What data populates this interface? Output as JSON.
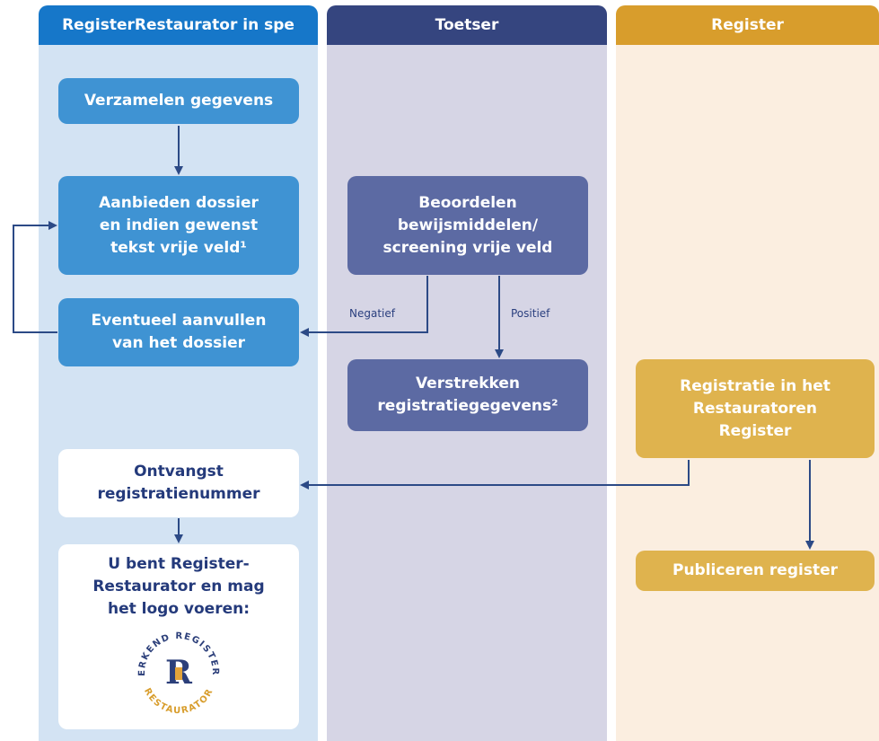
{
  "lanes": {
    "applicant": "RegisterRestaurator in spe",
    "assessor": "Toetser",
    "register": "Register"
  },
  "steps": {
    "collect": "Verzamelen gegevens",
    "submit": "Aanbieden dossier\nen indien gewenst\ntekst vrije veld¹",
    "supplement": "Eventueel aanvullen\nvan het dossier",
    "assess": "Beoordelen\nbewijsmiddelen/\nscreening vrije veld",
    "issue": "Verstrekken\nregistratiegegevens²",
    "registration": "Registratie in het\nRestauratoren\nRegister",
    "receive": "Ontvangst\nregistratienummer",
    "result": "U bent Register-\nRestaurator en mag\nhet logo voeren:",
    "publish": "Publiceren register"
  },
  "edge_labels": {
    "negative": "Negatief",
    "positive": "Positief"
  },
  "logo": {
    "top_text": "ERKEND REGISTER",
    "bottom_text": "RESTAURATOR",
    "letter": "R"
  },
  "colors": {
    "applicant_header": "#1677c9",
    "applicant_bg": "#d3e3f3",
    "assessor_header": "#35457f",
    "assessor_bg": "#d6d5e5",
    "register_header": "#d89d2c",
    "register_bg": "#fbeee0",
    "arrow": "#2c4a86"
  }
}
